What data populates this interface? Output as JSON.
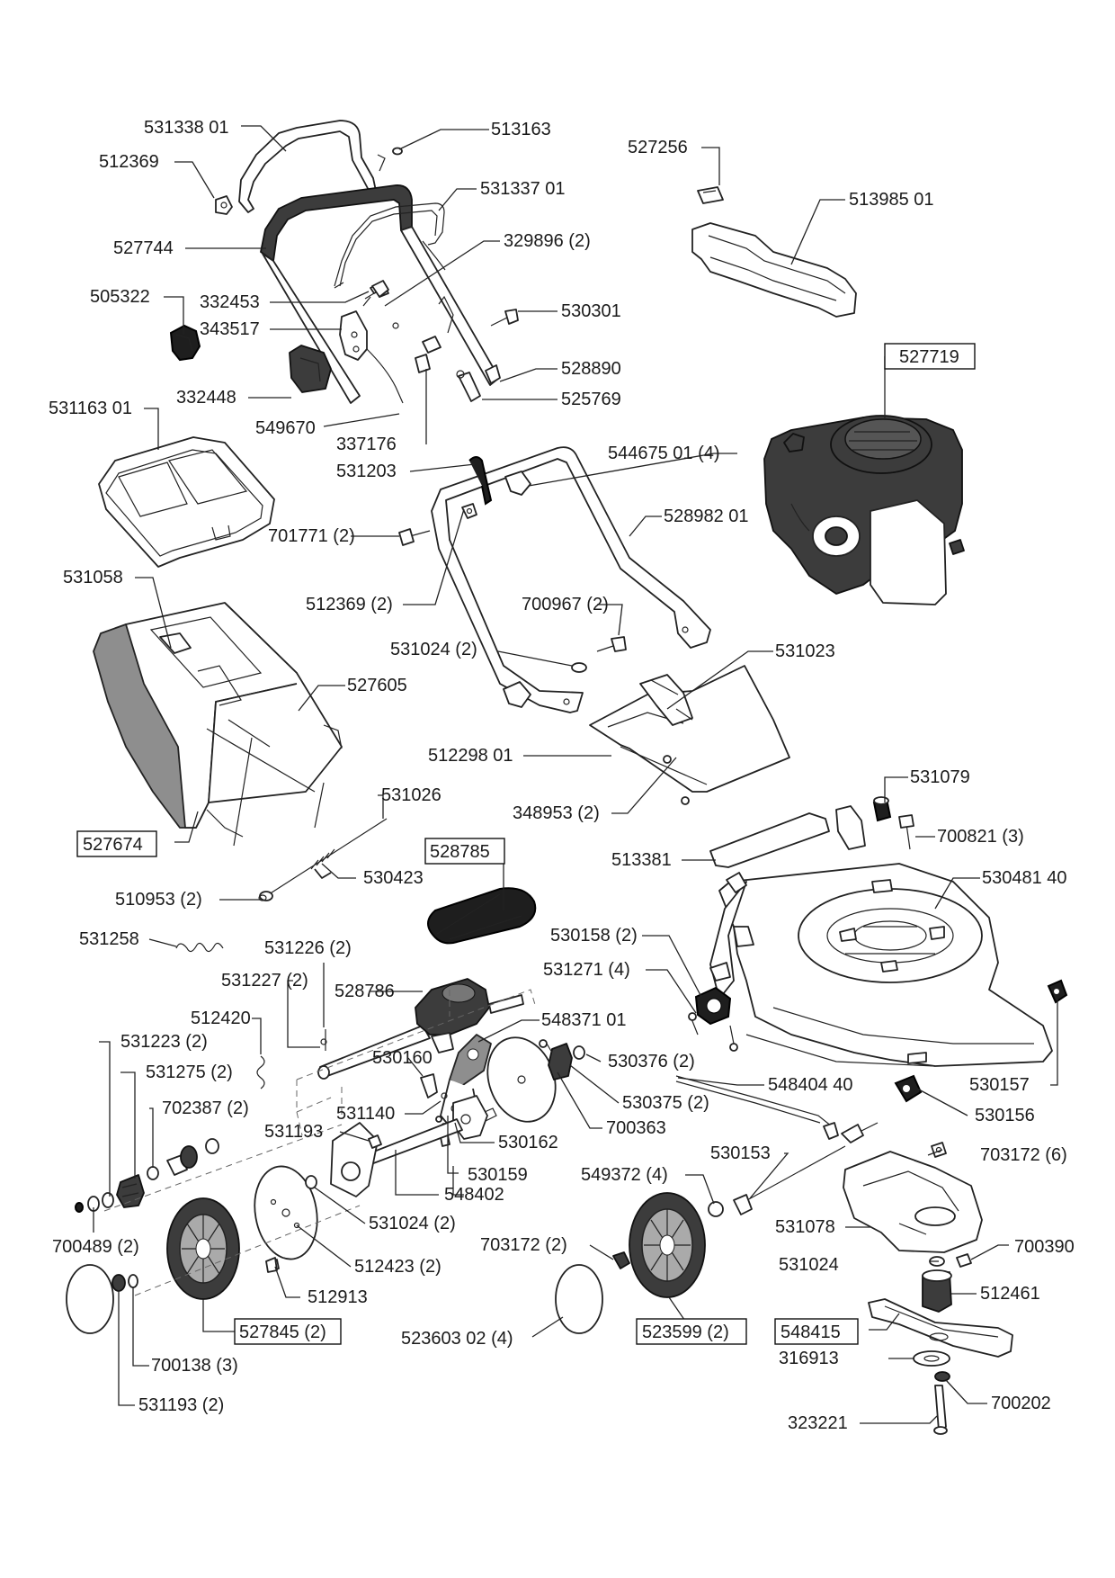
{
  "labels": [
    {
      "id": "l1",
      "text": "531338 01"
    },
    {
      "id": "l2",
      "text": "513163"
    },
    {
      "id": "l3",
      "text": "527256"
    },
    {
      "id": "l4",
      "text": "512369"
    },
    {
      "id": "l5",
      "text": "531337 01"
    },
    {
      "id": "l6",
      "text": "513985 01"
    },
    {
      "id": "l7",
      "text": "527744"
    },
    {
      "id": "l8",
      "text": "329896 (2)"
    },
    {
      "id": "l9",
      "text": "505322"
    },
    {
      "id": "l10",
      "text": "332453"
    },
    {
      "id": "l11",
      "text": "530301"
    },
    {
      "id": "l12",
      "text": "343517"
    },
    {
      "id": "l13",
      "text": "527719",
      "boxed": true
    },
    {
      "id": "l14",
      "text": "528890"
    },
    {
      "id": "l15",
      "text": "332448"
    },
    {
      "id": "l16",
      "text": "525769"
    },
    {
      "id": "l17",
      "text": "531163 01"
    },
    {
      "id": "l18",
      "text": "549670"
    },
    {
      "id": "l19",
      "text": "337176"
    },
    {
      "id": "l20",
      "text": "544675 01 (4)"
    },
    {
      "id": "l21",
      "text": "531203"
    },
    {
      "id": "l22",
      "text": "528982 01"
    },
    {
      "id": "l23",
      "text": "701771 (2)"
    },
    {
      "id": "l24",
      "text": "531058"
    },
    {
      "id": "l25",
      "text": "512369 (2)"
    },
    {
      "id": "l26",
      "text": "700967 (2)"
    },
    {
      "id": "l27",
      "text": "531024 (2)"
    },
    {
      "id": "l28",
      "text": "531023"
    },
    {
      "id": "l29",
      "text": "527605"
    },
    {
      "id": "l30",
      "text": "512298 01"
    },
    {
      "id": "l31",
      "text": "531079"
    },
    {
      "id": "l32",
      "text": "348953 (2)"
    },
    {
      "id": "l33",
      "text": "531026"
    },
    {
      "id": "l34",
      "text": "700821 (3)"
    },
    {
      "id": "l35",
      "text": "527674",
      "boxed": true
    },
    {
      "id": "l36",
      "text": "528785",
      "boxed": true
    },
    {
      "id": "l37",
      "text": "513381"
    },
    {
      "id": "l38",
      "text": "530423"
    },
    {
      "id": "l39",
      "text": "530481 40"
    },
    {
      "id": "l40",
      "text": "510953 (2)"
    },
    {
      "id": "l41",
      "text": "530158 (2)"
    },
    {
      "id": "l42",
      "text": "531258"
    },
    {
      "id": "l43",
      "text": "531226 (2)"
    },
    {
      "id": "l44",
      "text": "531271 (4)"
    },
    {
      "id": "l45",
      "text": "531227 (2)"
    },
    {
      "id": "l46",
      "text": "528786"
    },
    {
      "id": "l47",
      "text": "512420"
    },
    {
      "id": "l48",
      "text": "548371 01"
    },
    {
      "id": "l49",
      "text": "531223 (2)"
    },
    {
      "id": "l50",
      "text": "530160"
    },
    {
      "id": "l51",
      "text": "530376 (2)"
    },
    {
      "id": "l52",
      "text": "531275 (2)"
    },
    {
      "id": "l53",
      "text": "548404 40"
    },
    {
      "id": "l54",
      "text": "530157"
    },
    {
      "id": "l55",
      "text": "702387 (2)"
    },
    {
      "id": "l56",
      "text": "530375 (2)"
    },
    {
      "id": "l57",
      "text": "531140"
    },
    {
      "id": "l58",
      "text": "530156"
    },
    {
      "id": "l59",
      "text": "531193"
    },
    {
      "id": "l60",
      "text": "700363"
    },
    {
      "id": "l61",
      "text": "530162"
    },
    {
      "id": "l62",
      "text": "530153"
    },
    {
      "id": "l63",
      "text": "703172 (6)"
    },
    {
      "id": "l64",
      "text": "549372 (4)"
    },
    {
      "id": "l65",
      "text": "530159"
    },
    {
      "id": "l66",
      "text": "548402"
    },
    {
      "id": "l67",
      "text": "531078"
    },
    {
      "id": "l68",
      "text": "531024 (2)"
    },
    {
      "id": "l69",
      "text": "700489 (2)"
    },
    {
      "id": "l70",
      "text": "703172 (2)"
    },
    {
      "id": "l71",
      "text": "531024"
    },
    {
      "id": "l72",
      "text": "700390"
    },
    {
      "id": "l73",
      "text": "512423 (2)"
    },
    {
      "id": "l74",
      "text": "512461"
    },
    {
      "id": "l75",
      "text": "512913"
    },
    {
      "id": "l76",
      "text": "548415",
      "boxed": true
    },
    {
      "id": "l77",
      "text": "527845 (2)",
      "boxed": true
    },
    {
      "id": "l78",
      "text": "523599 (2)",
      "boxed": true
    },
    {
      "id": "l79",
      "text": "523603 02 (4)"
    },
    {
      "id": "l80",
      "text": "316913"
    },
    {
      "id": "l81",
      "text": "700138 (3)"
    },
    {
      "id": "l82",
      "text": "700202"
    },
    {
      "id": "l83",
      "text": "531193 (2)"
    },
    {
      "id": "l84",
      "text": "323221"
    }
  ]
}
